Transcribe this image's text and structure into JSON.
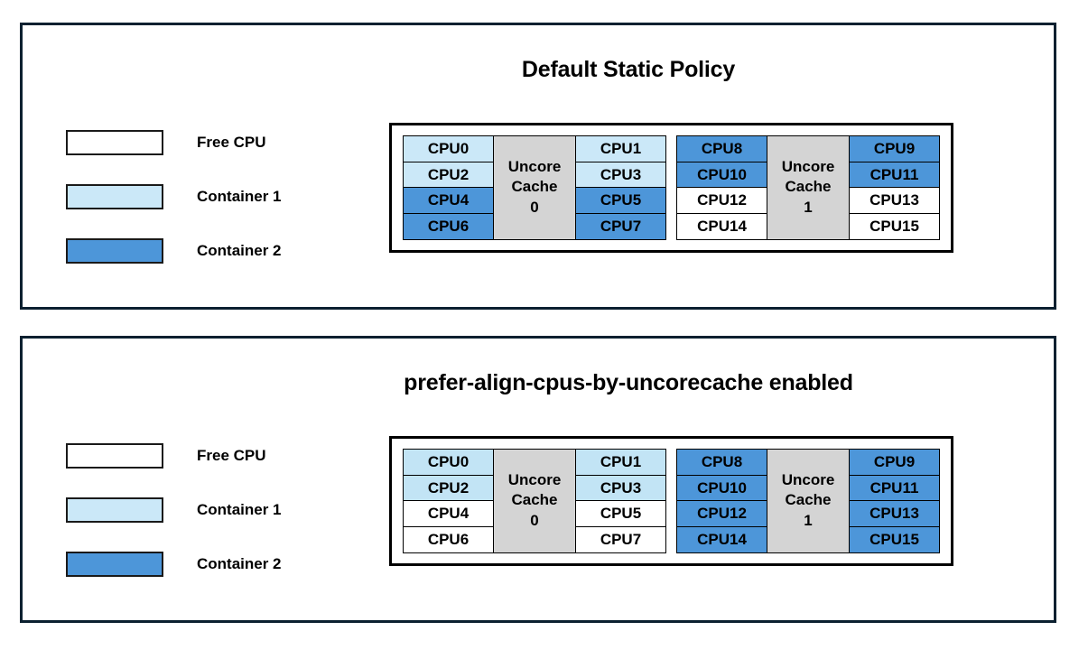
{
  "colors": {
    "free": "#ffffff",
    "container1": "#cbe8f8",
    "container1_alt": "#c2e4f5",
    "container2": "#4d96d9",
    "cache": "#d4d4d4",
    "panel_border": "#0b2030",
    "cell_border": "#000000"
  },
  "panels": [
    {
      "title": "Default Static Policy",
      "legend": [
        {
          "label": "Free CPU",
          "swatch": "free"
        },
        {
          "label": "Container 1",
          "swatch": "container1"
        },
        {
          "label": "Container 2",
          "swatch": "container2"
        }
      ],
      "diagram": {
        "groups": [
          {
            "cache_label_line1": "Uncore",
            "cache_label_line2": "Cache",
            "cache_label_line3": "0",
            "left_column": [
              {
                "label": "CPU0",
                "fill": "container1"
              },
              {
                "label": "CPU2",
                "fill": "container1"
              },
              {
                "label": "CPU4",
                "fill": "container2"
              },
              {
                "label": "CPU6",
                "fill": "container2"
              }
            ],
            "right_column": [
              {
                "label": "CPU1",
                "fill": "container1"
              },
              {
                "label": "CPU3",
                "fill": "container1"
              },
              {
                "label": "CPU5",
                "fill": "container2"
              },
              {
                "label": "CPU7",
                "fill": "container2"
              }
            ]
          },
          {
            "cache_label_line1": "Uncore",
            "cache_label_line2": "Cache",
            "cache_label_line3": "1",
            "left_column": [
              {
                "label": "CPU8",
                "fill": "container2"
              },
              {
                "label": "CPU10",
                "fill": "container2"
              },
              {
                "label": "CPU12",
                "fill": "free"
              },
              {
                "label": "CPU14",
                "fill": "free"
              }
            ],
            "right_column": [
              {
                "label": "CPU9",
                "fill": "container2"
              },
              {
                "label": "CPU11",
                "fill": "container2"
              },
              {
                "label": "CPU13",
                "fill": "free"
              },
              {
                "label": "CPU15",
                "fill": "free"
              }
            ]
          }
        ]
      }
    },
    {
      "title": "prefer-align-cpus-by-uncorecache enabled",
      "legend": [
        {
          "label": "Free CPU",
          "swatch": "free"
        },
        {
          "label": "Container 1",
          "swatch": "container1"
        },
        {
          "label": "Container 2",
          "swatch": "container2"
        }
      ],
      "diagram": {
        "groups": [
          {
            "cache_label_line1": "Uncore",
            "cache_label_line2": "Cache",
            "cache_label_line3": "0",
            "left_column": [
              {
                "label": "CPU0",
                "fill": "container1_alt"
              },
              {
                "label": "CPU2",
                "fill": "container1_alt"
              },
              {
                "label": "CPU4",
                "fill": "free"
              },
              {
                "label": "CPU6",
                "fill": "free"
              }
            ],
            "right_column": [
              {
                "label": "CPU1",
                "fill": "container1_alt"
              },
              {
                "label": "CPU3",
                "fill": "container1_alt"
              },
              {
                "label": "CPU5",
                "fill": "free"
              },
              {
                "label": "CPU7",
                "fill": "free"
              }
            ]
          },
          {
            "cache_label_line1": "Uncore",
            "cache_label_line2": "Cache",
            "cache_label_line3": "1",
            "left_column": [
              {
                "label": "CPU8",
                "fill": "container2"
              },
              {
                "label": "CPU10",
                "fill": "container2"
              },
              {
                "label": "CPU12",
                "fill": "container2"
              },
              {
                "label": "CPU14",
                "fill": "container2"
              }
            ],
            "right_column": [
              {
                "label": "CPU9",
                "fill": "container2"
              },
              {
                "label": "CPU11",
                "fill": "container2"
              },
              {
                "label": "CPU13",
                "fill": "container2"
              },
              {
                "label": "CPU15",
                "fill": "container2"
              }
            ]
          }
        ]
      }
    }
  ]
}
